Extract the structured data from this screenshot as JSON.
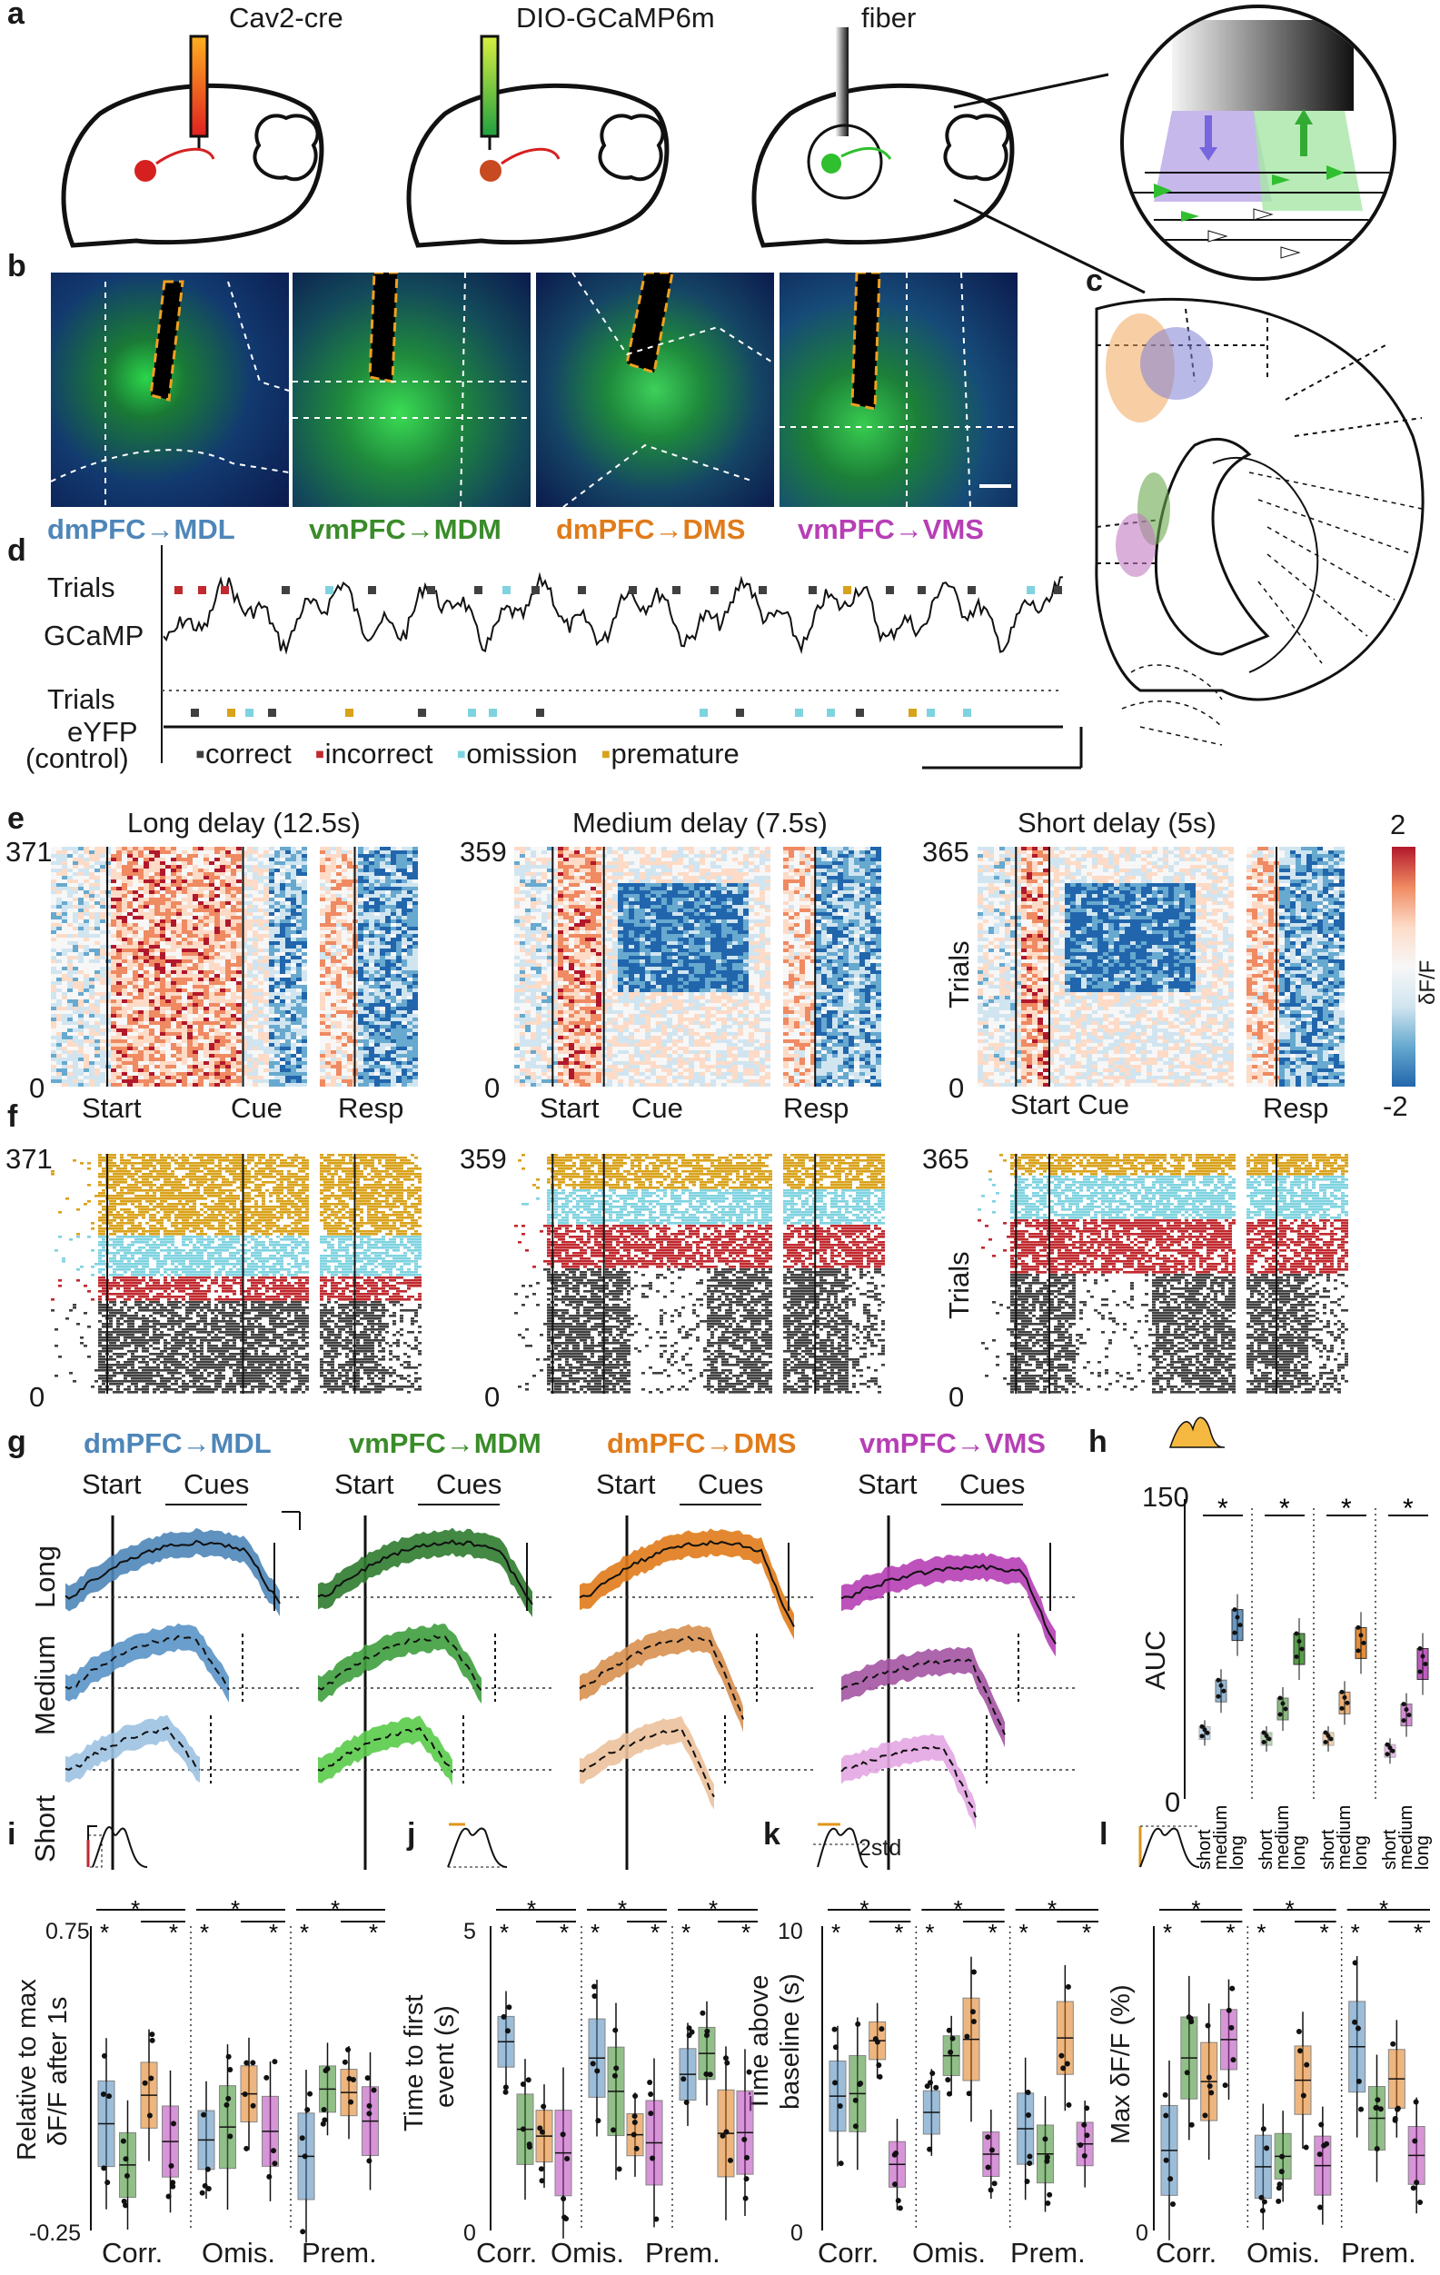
{
  "panels": {
    "a": {
      "letter": "a",
      "labels": [
        "Cav2-cre",
        "DIO-GCaMP6m",
        "fiber"
      ]
    },
    "b": {
      "letter": "b",
      "labels": [
        {
          "text": "dmPFC→MDL",
          "color": "#4e86b8"
        },
        {
          "text": "vmPFC→MDM",
          "color": "#3a8c2a"
        },
        {
          "text": "dmPFC→DMS",
          "color": "#e07b1a"
        },
        {
          "text": "vmPFC→VMS",
          "color": "#b63fb5"
        }
      ]
    },
    "c": {
      "letter": "c"
    },
    "d": {
      "letter": "d",
      "trials_label": "Trials",
      "gcamp_label": "GCaMP",
      "trials_label2": "Trials",
      "eyfp_label": "eYFP",
      "control_label": "(control)",
      "legend": [
        {
          "text": "correct",
          "color": "#404040"
        },
        {
          "text": "incorrect",
          "color": "#c0292e"
        },
        {
          "text": "omission",
          "color": "#7fd3e0"
        },
        {
          "text": "premature",
          "color": "#d9a21b"
        }
      ]
    },
    "e": {
      "letter": "e",
      "titles": [
        "Long delay (12.5s)",
        "Medium delay (7.5s)",
        "Short delay (5s)"
      ],
      "ymax": [
        "371",
        "359",
        "365"
      ],
      "ymin": "0",
      "xlabels": [
        [
          "Start",
          "Cue",
          "Resp"
        ],
        [
          "Start",
          "Cue",
          "Resp"
        ],
        [
          "Start Cue",
          "Resp"
        ]
      ],
      "trials_label": "Trials",
      "colorbar": {
        "max": "2",
        "min": "-2",
        "label": "δF/F"
      }
    },
    "f": {
      "letter": "f",
      "ymax": [
        "371",
        "359",
        "365"
      ],
      "ymin": "0",
      "trials_label": "Trials"
    },
    "g": {
      "letter": "g",
      "titles": [
        {
          "text": "dmPFC→MDL",
          "color": "#4e86b8"
        },
        {
          "text": "vmPFC→MDM",
          "color": "#3a8c2a"
        },
        {
          "text": "dmPFC→DMS",
          "color": "#e07b1a"
        },
        {
          "text": "vmPFC→VMS",
          "color": "#b63fb5"
        }
      ],
      "start_label": "Start",
      "cues_label": "Cues",
      "row_labels": [
        "Long",
        "Medium",
        "Short"
      ]
    },
    "h": {
      "letter": "h",
      "ylabel": "AUC",
      "yticks": [
        "150",
        "0"
      ],
      "star": "*",
      "xticks": [
        "short",
        "medium",
        "long"
      ]
    },
    "i": {
      "letter": "i",
      "ylabel1": "Relative to max",
      "ylabel2": "δF/F after 1s",
      "yticks": [
        "0.75",
        "-0.25"
      ],
      "groups": [
        "Corr.",
        "Omis.",
        "Prem."
      ]
    },
    "j": {
      "letter": "j",
      "ylabel1": "Time to first",
      "ylabel2": "event (s)",
      "yticks": [
        "5",
        "0"
      ],
      "groups": [
        "Corr.",
        "Omis.",
        "Prem."
      ]
    },
    "k": {
      "letter": "k",
      "ylabel1": "Time above",
      "ylabel2": "baseline (s)",
      "yticks": [
        "10",
        "0"
      ],
      "groups": [
        "Corr.",
        "Omis.",
        "Prem."
      ],
      "std_label": "2std"
    },
    "l": {
      "letter": "l",
      "ylabel1": "Max δF/F (%)",
      "yticks": [
        "0"
      ],
      "groups": [
        "Corr.",
        "Omis.",
        "Prem."
      ]
    }
  },
  "colors": {
    "blue": "#4e86b8",
    "green": "#3a8c2a",
    "orange": "#e07b1a",
    "magenta": "#b63fb5",
    "red": "#c0292e",
    "cyan": "#7fd3e0",
    "gold": "#d9a21b",
    "dark": "#404040"
  }
}
